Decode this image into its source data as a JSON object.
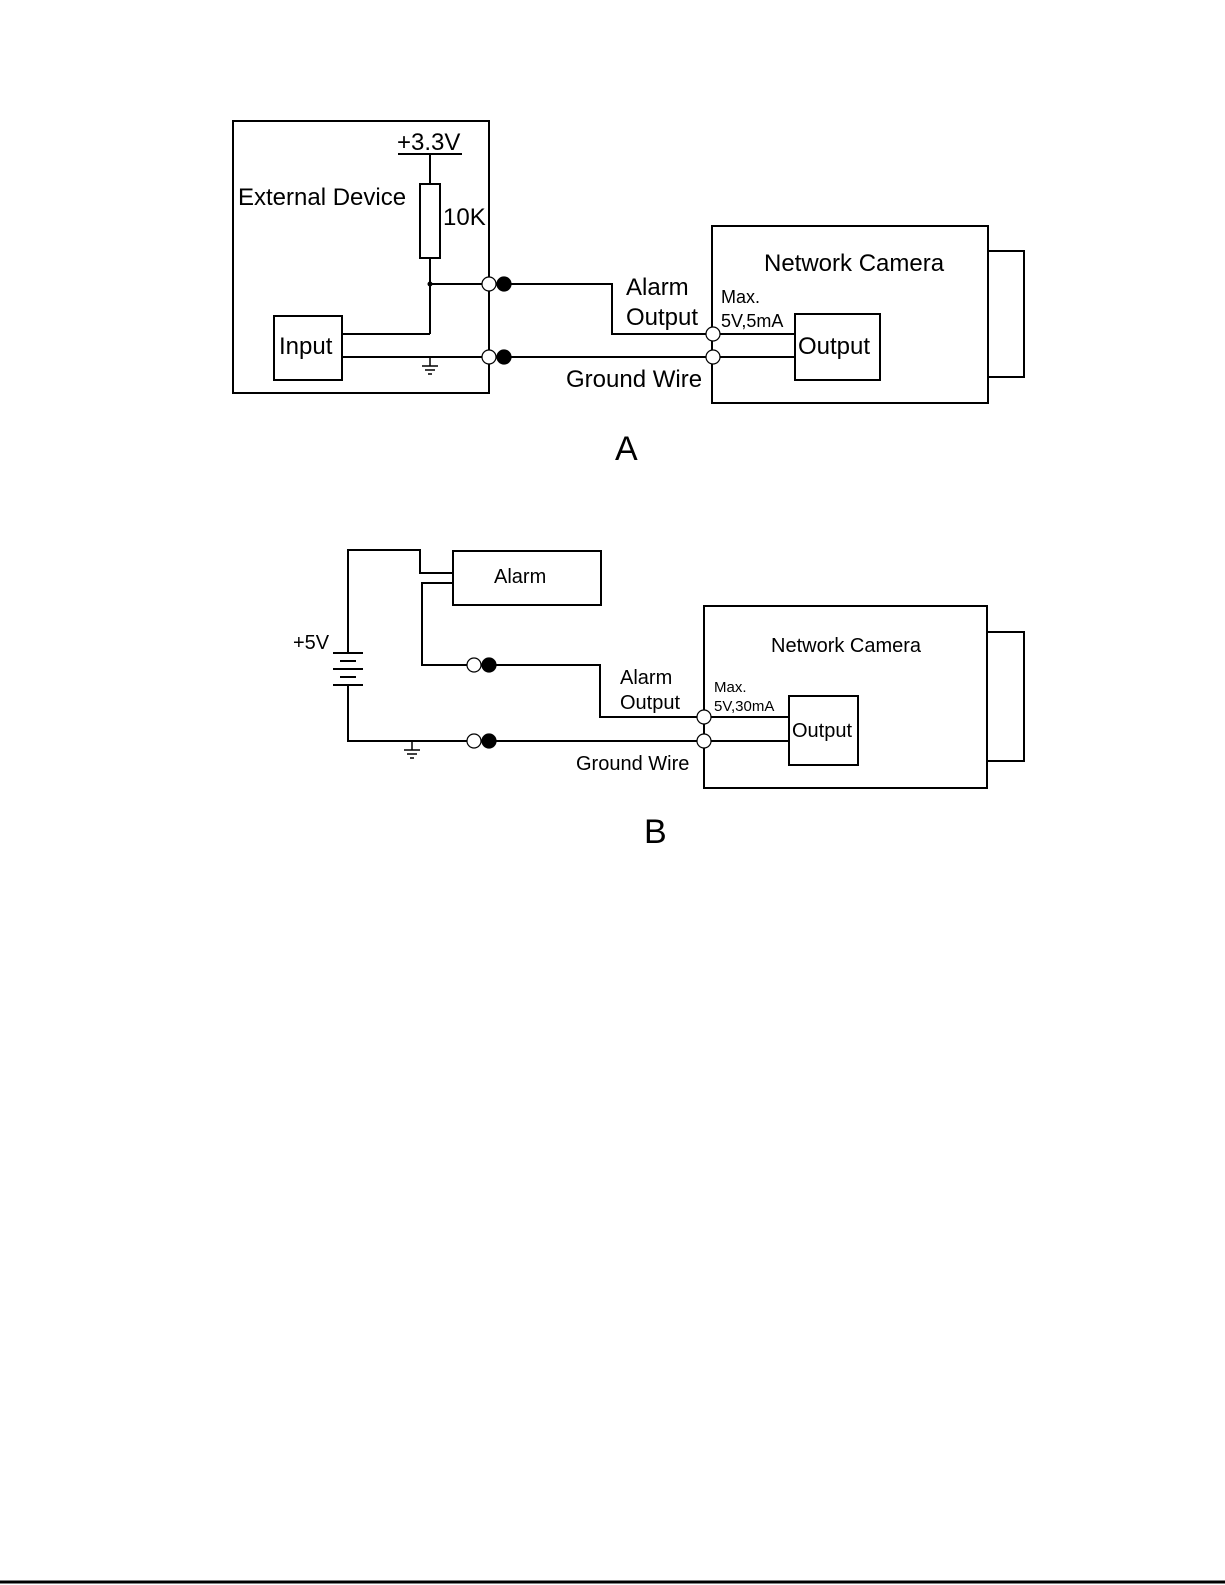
{
  "diagram_a": {
    "caption": "A",
    "external_device": "External Device",
    "supply": "+3.3V",
    "resistor": "10K",
    "input": "Input",
    "alarm_output_line1": "Alarm",
    "alarm_output_line2": "Output",
    "ground_wire": "Ground Wire",
    "network_camera": "Network Camera",
    "max_line1": "Max.",
    "max_line2": "5V,5mA",
    "output": "Output"
  },
  "diagram_b": {
    "caption": "B",
    "alarm": "Alarm",
    "supply": "+5V",
    "alarm_output_line1": "Alarm",
    "alarm_output_line2": "Output",
    "ground_wire": "Ground Wire",
    "network_camera": "Network Camera",
    "max_line1": "Max.",
    "max_line2": "5V,30mA",
    "output": "Output"
  }
}
